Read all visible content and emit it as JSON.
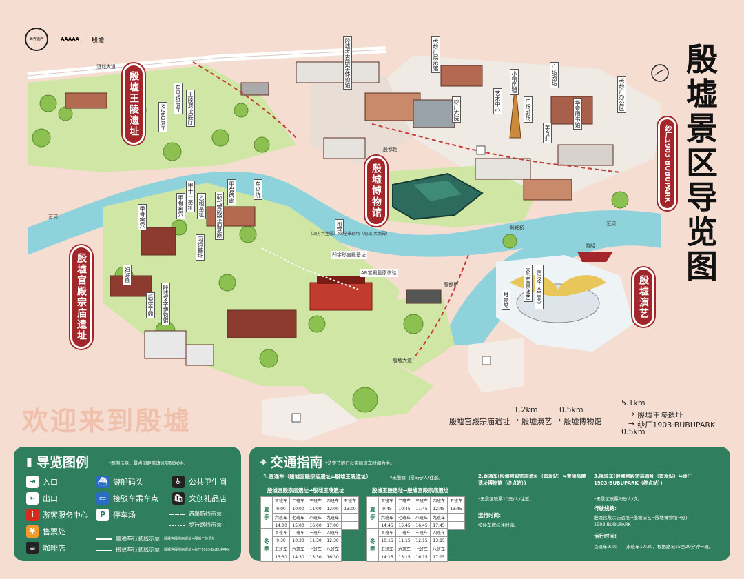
{
  "header_logos": {
    "logo1_text": "世界遗产",
    "logo2_text": "AAAAA",
    "logo3_text": "殷墟"
  },
  "title": "殷墟景区导览图",
  "site_pins": {
    "wangling": "殷墟王陵遗址",
    "zongmiao": "殷墟宫殿宗庙遗址",
    "museum": "殷墟博物馆",
    "performance": "殷墟演艺",
    "shachang": "纱厂1903·BUBUPARK"
  },
  "map_labels": {
    "road_top": "洹城大道",
    "road_mid": "殷都路",
    "river1": "洹河",
    "river2": "洹河",
    "bridge1": "殷都桥",
    "bridge2": "殷都桥",
    "l1": "殷墟考古研学体验馆",
    "l2": "老纱厂展示馆",
    "l3": "小镇民宿",
    "l4": "广场剧场",
    "l5": "艺术中心",
    "l6": "广场剧场",
    "l7": "纱厂大院",
    "l8": "老纱厂办公区",
    "l9": "美食汇",
    "l10": "华章图书馆",
    "l11": "车马坑展厅",
    "l12": "王陵遗址展厅",
    "l13": "M260展厅",
    "l14": "甲骨碑廊",
    "l15": "车马坑",
    "l16": "甲十一基址",
    "l17": "乙组基址",
    "l18": "商代宫殿宗庙复原",
    "l19": "甲骨窖穴",
    "l20": "丙组基址",
    "l21": "甲骨窖穴",
    "l22": "妇好墓",
    "l23": "殷墟文字博物馆",
    "l24": "后母辛鼎",
    "l25": "地宫",
    "l26": "《四方共生殿》XR全景剧场（周瑞·大商殿）",
    "l27": "凹字形宫殿基址",
    "l28": "AR宫殿复原体验",
    "l29": "大型实景演艺",
    "l30": "《洹泽·大邑商》",
    "l31": "游船",
    "l32": "月亮岛",
    "l33": "殷墟宫殿宗庙遗址",
    "l34": "殷墟大道"
  },
  "route": {
    "d1": "1.2km",
    "d2": "0.5km",
    "d3": "5.1km",
    "d4": "0.5km",
    "s1": "殷墟宫殿宗庙遗址",
    "s2": "殷墟演艺",
    "s3": "殷墟博物馆",
    "s4": "殷墟王陵遗址",
    "s5": "纱厂1903·BUBUPARK",
    "arrow": "→"
  },
  "welcome": "欢迎来到殷墟",
  "legend": {
    "title": "导览图例",
    "note": "*图例示意，景点间距离请以实际为准。",
    "items": [
      "入口",
      "出口",
      "游客服务中心",
      "售票处",
      "咖啡店",
      "游船码头",
      "接驳车乘车点",
      "停车场",
      "公共卫生间",
      "文创礼品店",
      "游船航线示意",
      "步行路线示意",
      "直通车行驶线示意",
      "接驳车行驶线示意"
    ],
    "line1_note": "殷墟宫殿宗庙遗址⇋殷墟王陵遗址",
    "line2_note": "殷墟宫殿宗庙遗址⇋纱厂1903·BUBUPARK",
    "icons": [
      "enter-icon",
      "exit-icon",
      "info-icon",
      "ticket-icon",
      "coffee-icon",
      "boat-icon",
      "shuttle-icon",
      "parking-icon",
      "toilet-icon",
      "shop-icon"
    ]
  },
  "traffic": {
    "title": "交通指南",
    "note": "*法定节假日以实际班车时间为准。",
    "sec1": "1.直通车（殷墟宫殿宗庙遗址⇋殷墟王陵遗址）",
    "sec1_note": "*无殷墟门票5元/人/往返。",
    "t1_title": "殷墟宫殿宗庙遗址→殷墟王陵遗址",
    "t2_title": "殷墟王陵遗址→殷墟宫殿宗庙遗址",
    "season_summer": "夏季",
    "season_winter": "冬季",
    "t1_summer": [
      [
        "首班车",
        "二班车",
        "三班车",
        "四班车",
        "五班车"
      ],
      [
        "9:00",
        "10:00",
        "11:00",
        "12:00",
        "13:00"
      ],
      [
        "六班车",
        "七班车",
        "八班车",
        "九班车",
        ""
      ],
      [
        "14:00",
        "15:00",
        "16:00",
        "17:00",
        ""
      ]
    ],
    "t1_winter": [
      [
        "首班车",
        "二班车",
        "三班车",
        "四班车",
        ""
      ],
      [
        "9:30",
        "10:30",
        "11:30",
        "12:30",
        ""
      ],
      [
        "五班车",
        "六班车",
        "七班车",
        "八班车",
        ""
      ],
      [
        "13:30",
        "14:30",
        "15:30",
        "16:30",
        ""
      ]
    ],
    "t2_summer": [
      [
        "首班车",
        "二班车",
        "三班车",
        "四班车",
        "五班车"
      ],
      [
        "9:45",
        "10:45",
        "11:45",
        "12:45",
        "13:45"
      ],
      [
        "六班车",
        "七班车",
        "八班车",
        "九班车",
        ""
      ],
      [
        "14:45",
        "15:45",
        "16:45",
        "17:45",
        ""
      ]
    ],
    "t2_winter": [
      [
        "首班车",
        "二班车",
        "三班车",
        "四班车",
        ""
      ],
      [
        "10:15",
        "11:15",
        "12:15",
        "13:15",
        ""
      ],
      [
        "五班车",
        "六班车",
        "七班车",
        "八班车",
        ""
      ],
      [
        "14:15",
        "15:15",
        "16:15",
        "17:15",
        ""
      ]
    ],
    "sec2": "2.直通车(殷墟宫殿宗庙遗址（首发站）⇋曹操高陵遗址博物馆（终点站）)",
    "sec2_note": "*无景区联票10元/人/往返。",
    "sec2_time_label": "运行时间:",
    "sec2_time": "按候车牌标注时间。",
    "sec3": "3.接驳车(殷墟宫殿宗庙遗址（首发站）⇋纱厂1903·BUBUPARK（终点站）)",
    "sec3_note": "*无景区联票2元/人/次。",
    "sec3_route_label": "行驶线路:",
    "sec3_route": "殷墟宫殿宗庙遗址→殷墟演艺→殷墟博物馆→纱厂1903·BUBUPARK",
    "sec3_time_label": "运行时间:",
    "sec3_time": "首班车9:00——末班车17:30，根据路况15至20分钟一班。"
  },
  "colors": {
    "accent": "#a3262a",
    "panel": "#2f7e5d",
    "river": "#8ed3dc",
    "grass": "#c9e59c",
    "bg": "#f6ddd2"
  }
}
